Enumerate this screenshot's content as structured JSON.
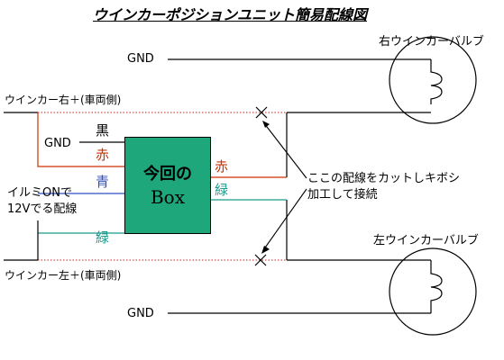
{
  "title": "ウインカーポジションユニット簡易配線図",
  "bulbs": {
    "right_label": "右ウインカーバルブ",
    "left_label": "左ウインカーバルブ"
  },
  "gnd": {
    "top": "GND",
    "left": "GND",
    "bottom": "GND"
  },
  "signals": {
    "right_turn": "ウインカー右＋(車両側)",
    "left_turn": "ウインカー左＋(車両側)",
    "illumi_line1": "イルミONで",
    "illumi_line2": "12Vでる配線"
  },
  "wire_colors": {
    "black": "黒",
    "red": "赤",
    "blue": "青",
    "green": "緑"
  },
  "box": {
    "line1": "今回の",
    "line2": "Box",
    "color": "#1ea77a"
  },
  "note": {
    "line1": "ここの配線をカットしキボシ",
    "line2": "加工して接続"
  },
  "colors": {
    "red": "#cc3300",
    "blue": "#2f4fbf",
    "green": "#1a9a8a",
    "dotted": "#d05050"
  }
}
